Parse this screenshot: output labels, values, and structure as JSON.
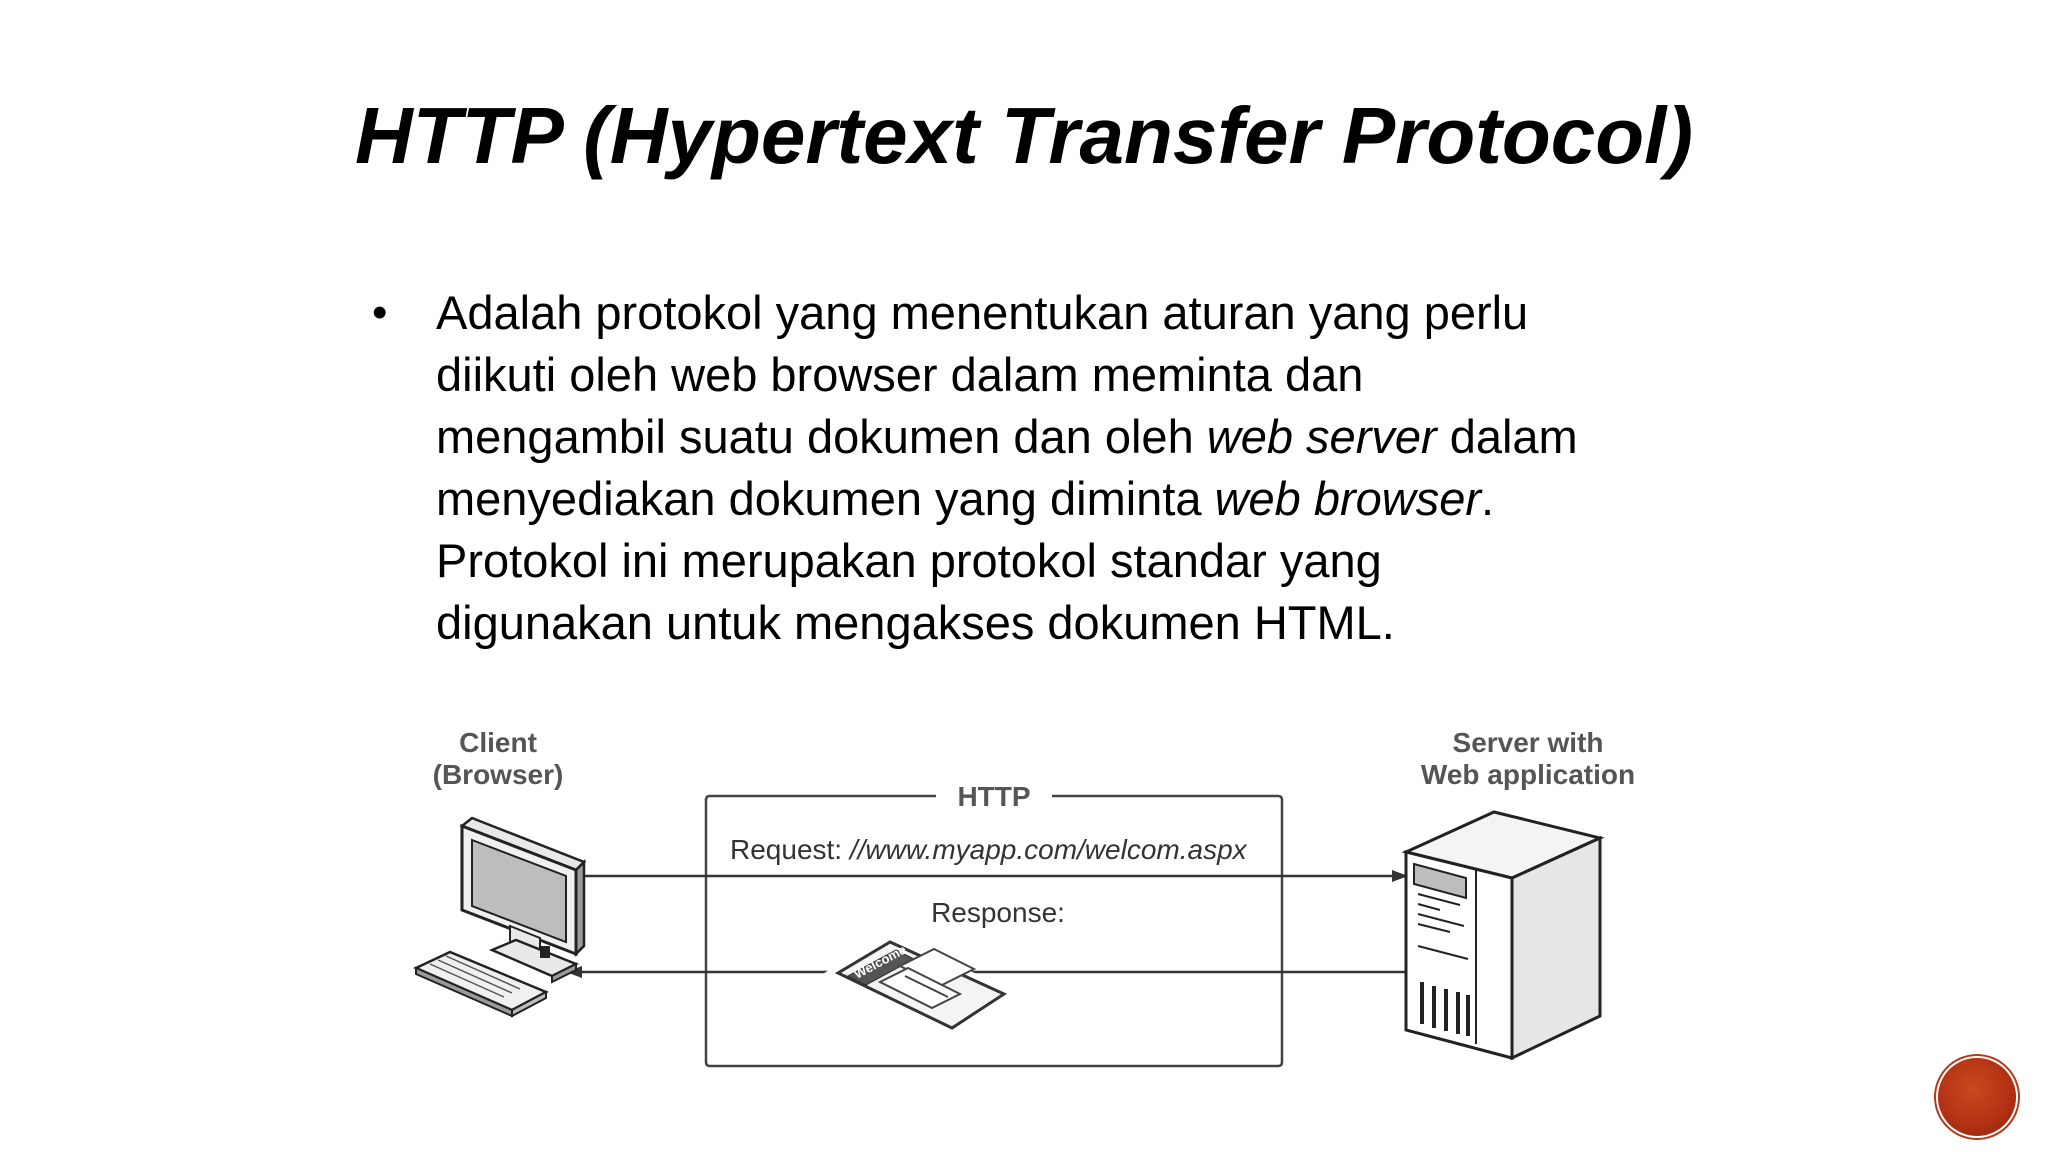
{
  "slide": {
    "title": "HTTP (Hypertext Transfer Protocol)",
    "bullet_lines": [
      {
        "parts": [
          {
            "text": "Adalah protokol yang menentukan aturan yang perlu",
            "italic": false
          }
        ]
      },
      {
        "parts": [
          {
            "text": "diikuti oleh web browser dalam meminta dan",
            "italic": false
          }
        ]
      },
      {
        "parts": [
          {
            "text": "mengambil suatu dokumen dan oleh ",
            "italic": false
          },
          {
            "text": "web server",
            "italic": true
          },
          {
            "text": " dalam",
            "italic": false
          }
        ]
      },
      {
        "parts": [
          {
            "text": "menyediakan dokumen yang diminta ",
            "italic": false
          },
          {
            "text": "web browser",
            "italic": true
          },
          {
            "text": ".",
            "italic": false
          }
        ]
      },
      {
        "parts": [
          {
            "text": "Protokol ini merupakan protokol standar yang",
            "italic": false
          }
        ]
      },
      {
        "parts": [
          {
            "text": "digunakan untuk mengakses dokumen HTML.",
            "italic": false
          }
        ]
      }
    ],
    "bullet_symbol": "•"
  },
  "diagram": {
    "client_label_line1": "Client",
    "client_label_line2": "(Browser)",
    "server_label_line1": "Server with",
    "server_label_line2": "Web application",
    "protocol_label": "HTTP",
    "request_label": "Request: ",
    "request_url": "//www.myapp.com/welcom.aspx",
    "response_label": "Response:",
    "document_text": "Welcome",
    "icons": [
      "computer-icon",
      "keyboard-icon",
      "server-icon",
      "document-icon"
    ],
    "colors": {
      "label_gray": "#555555",
      "line_dark": "#333333",
      "server_side": "#e6e6e6",
      "screen_fill": "#bdbdbd"
    }
  },
  "nav": {
    "button_color": "#b5391a"
  }
}
